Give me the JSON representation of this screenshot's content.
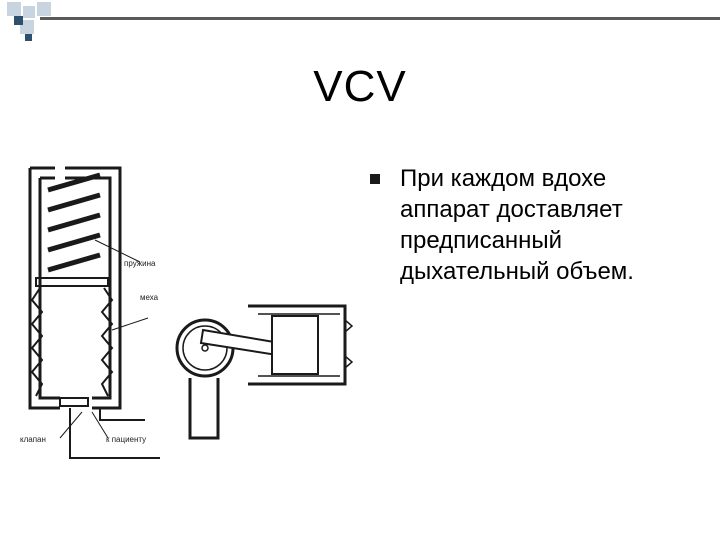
{
  "slide": {
    "title": "VCV",
    "bullets": [
      "При каждом вдохе\nаппарат доставляет\nпредписанный\nдыхательный объем."
    ]
  },
  "diagram": {
    "labels": {
      "spring": "пружина",
      "bellows": "меха",
      "valve": "клапан",
      "to_patient": "к пациенту"
    }
  },
  "colors": {
    "decor_light": "#c8d4e0",
    "decor_dark": "#2f4f6f",
    "line": "#5a5a5a",
    "stroke": "#1a1a1a"
  }
}
